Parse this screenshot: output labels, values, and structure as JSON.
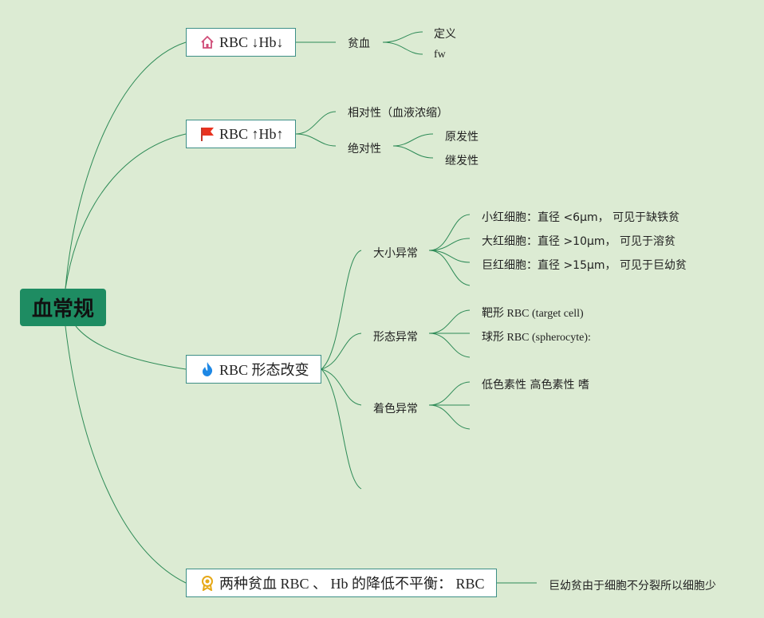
{
  "root": {
    "label": "血常规"
  },
  "branches": [
    {
      "label": "RBC ↓Hb↓",
      "icon": "house-icon",
      "children": [
        {
          "label": "贫血",
          "children": [
            {
              "label": "定义"
            },
            {
              "label": "fw"
            }
          ]
        }
      ]
    },
    {
      "label": "RBC ↑Hb↑",
      "icon": "flag-icon",
      "children": [
        {
          "label": "相对性（血液浓缩）"
        },
        {
          "label": "绝对性",
          "children": [
            {
              "label": "原发性"
            },
            {
              "label": "继发性"
            }
          ]
        }
      ]
    },
    {
      "label": "RBC 形态改变",
      "icon": "flame-icon",
      "children": [
        {
          "label": "大小异常",
          "children": [
            {
              "label": "小红细胞：直径 <6μm， 可见于缺铁贫"
            },
            {
              "label": "大红细胞：直径 >10μm， 可见于溶贫"
            },
            {
              "label": "巨红细胞：直径 >15μm， 可见于巨幼贫"
            }
          ]
        },
        {
          "label": "形态异常",
          "children": [
            {
              "label": "靶形 RBC (target cell)"
            },
            {
              "label": "球形 RBC (spherocyte):"
            }
          ]
        },
        {
          "label": "着色异常",
          "children": [
            {
              "label": "低色素性 高色素性 嗜"
            }
          ]
        }
      ]
    },
    {
      "label": "两种贫血 RBC 、 Hb 的降低不平衡： RBC",
      "icon": "award-icon",
      "children": [
        {
          "label": "巨幼贫由于细胞不分裂所以细胞少"
        }
      ]
    }
  ],
  "colors": {
    "background": "#dcebd3",
    "root_fill": "#1e8c62",
    "line": "#2e8b57",
    "box_border": "#3d8f86"
  }
}
